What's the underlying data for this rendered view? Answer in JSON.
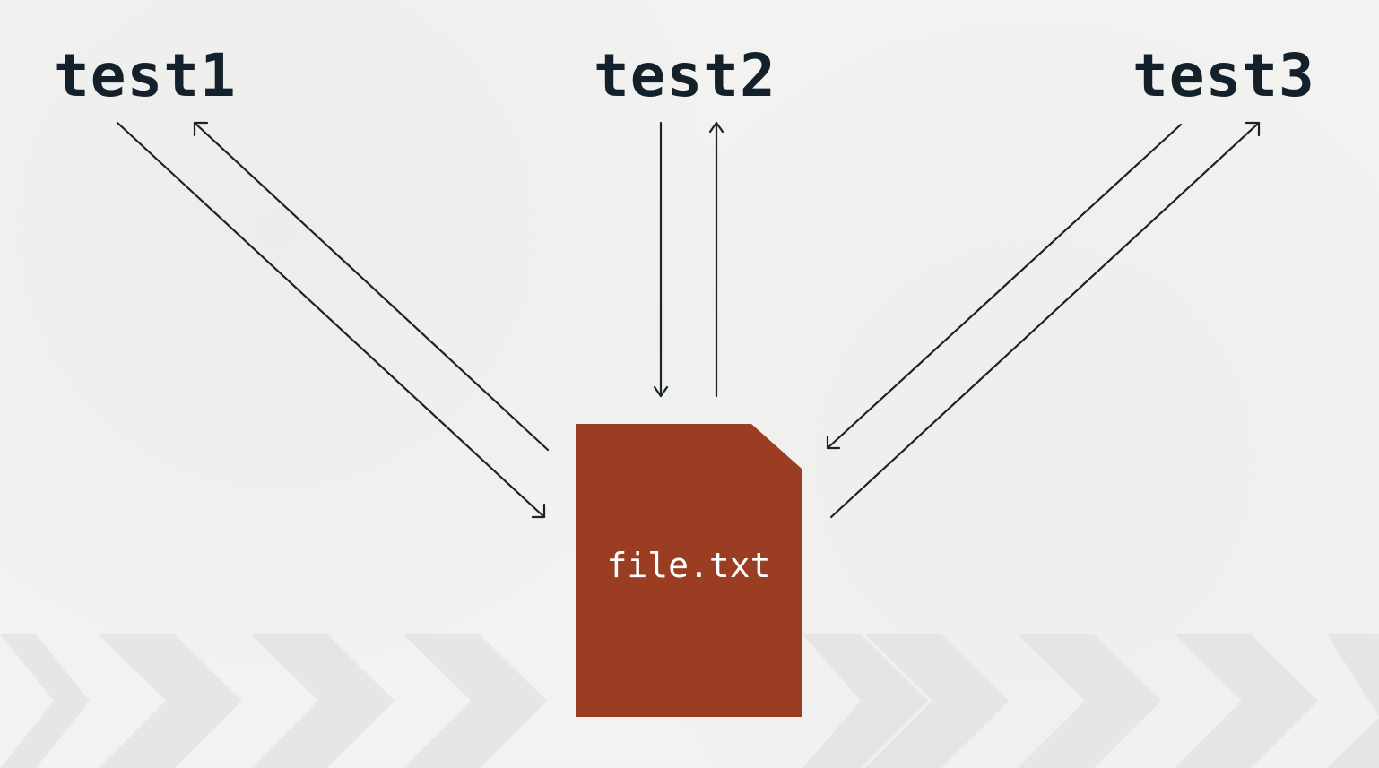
{
  "labels": {
    "test1": "test1",
    "test2": "test2",
    "test3": "test3"
  },
  "file": {
    "name": "file.txt",
    "color": "#9a3d23"
  },
  "colors": {
    "background": "#f2f2f1",
    "text": "#14212b",
    "arrow": "#1a2329",
    "chevron": "#e3e3e1"
  }
}
